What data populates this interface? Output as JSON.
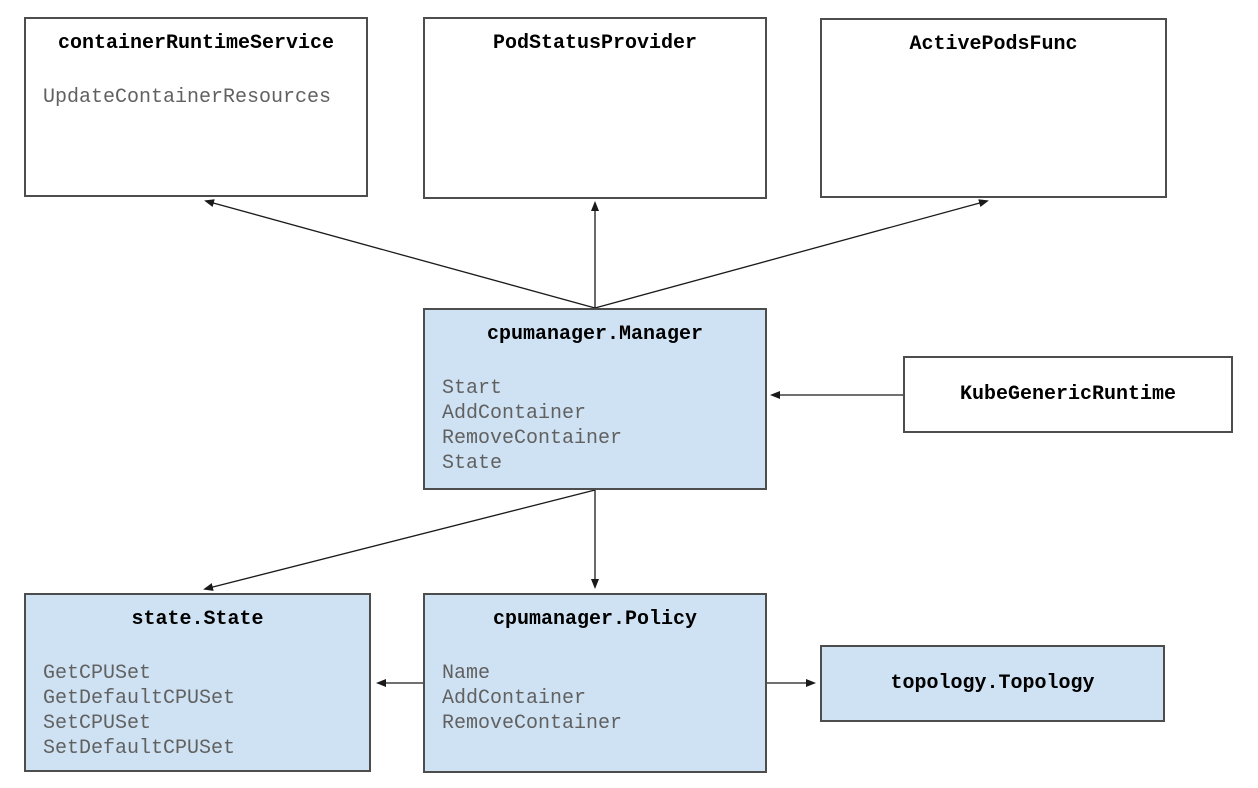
{
  "diagram": {
    "subject": "Kubernetes cpumanager architecture",
    "colors": {
      "background": "#ffffff",
      "interface_box_fill": "#ffffff",
      "implementation_box_fill": "#cfe2f3",
      "box_border": "#4d4d4d",
      "title_text": "#000000",
      "method_text": "#616161",
      "arrow": "#1a1a1a"
    },
    "nodes": {
      "container_runtime_service": {
        "title": "containerRuntimeService",
        "methods": [
          "UpdateContainerResources"
        ]
      },
      "pod_status_provider": {
        "title": "PodStatusProvider",
        "methods": []
      },
      "active_pods_func": {
        "title": "ActivePodsFunc",
        "methods": []
      },
      "manager": {
        "title": "cpumanager.Manager",
        "methods": [
          "Start",
          "AddContainer",
          "RemoveContainer",
          "State"
        ]
      },
      "kube_generic_runtime": {
        "title": "KubeGenericRuntime",
        "methods": []
      },
      "state": {
        "title": "state.State",
        "methods": [
          "GetCPUSet",
          "GetDefaultCPUSet",
          "SetCPUSet",
          "SetDefaultCPUSet"
        ]
      },
      "policy": {
        "title": "cpumanager.Policy",
        "methods": [
          "Name",
          "AddContainer",
          "RemoveContainer"
        ]
      },
      "topology": {
        "title": "topology.Topology",
        "methods": []
      }
    },
    "edges": [
      {
        "from": "cpumanager.Manager",
        "to": "containerRuntimeService"
      },
      {
        "from": "cpumanager.Manager",
        "to": "PodStatusProvider"
      },
      {
        "from": "cpumanager.Manager",
        "to": "ActivePodsFunc"
      },
      {
        "from": "KubeGenericRuntime",
        "to": "cpumanager.Manager"
      },
      {
        "from": "cpumanager.Manager",
        "to": "state.State"
      },
      {
        "from": "cpumanager.Manager",
        "to": "cpumanager.Policy"
      },
      {
        "from": "cpumanager.Policy",
        "to": "state.State"
      },
      {
        "from": "cpumanager.Policy",
        "to": "topology.Topology"
      }
    ]
  }
}
